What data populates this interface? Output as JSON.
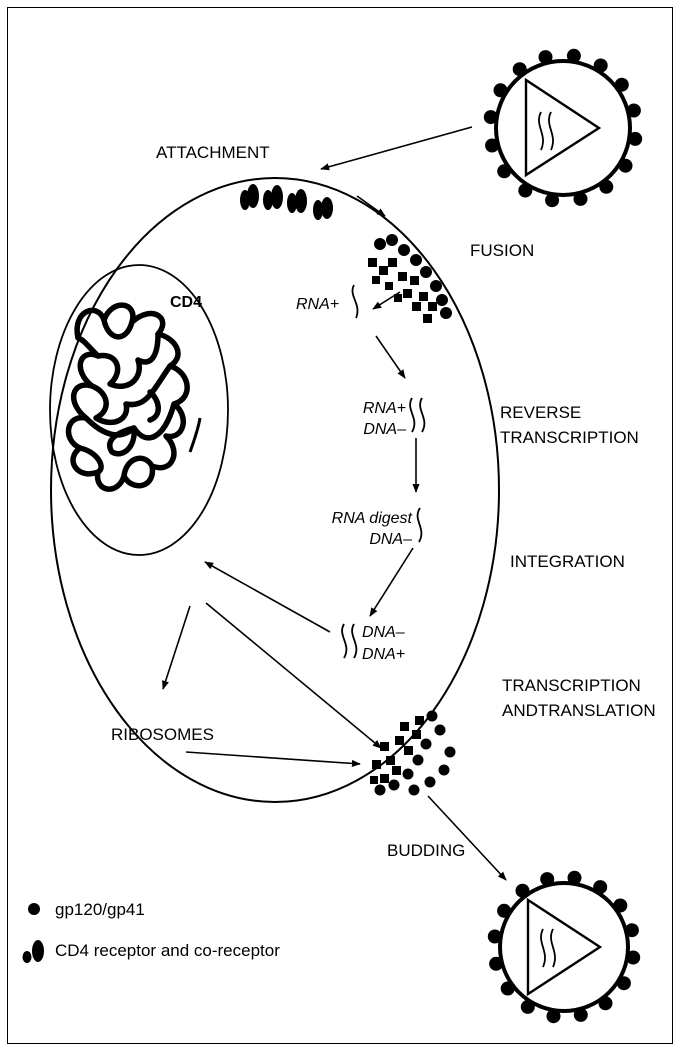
{
  "labels": {
    "attachment": "ATTACHMENT",
    "fusion": "FUSION",
    "cell": "CD4",
    "reverse_1": "REVERSE",
    "reverse_2": "TRANSCRIPTION",
    "integration": "INTEGRATION",
    "transcription_1": "TRANSCRIPTION",
    "transcription_2": "ANDTRANSLATION",
    "ribosomes": "RIBOSOMES",
    "budding": "BUDDING"
  },
  "molecules": {
    "rna_plus": "RNA+",
    "rna_plus_2": "RNA+",
    "dna_minus": "DNA–",
    "rna_digest": "RNA digest",
    "dna_minus_2": "DNA–",
    "dna_minus_3": "DNA–",
    "dna_plus": "DNA+"
  },
  "legend": {
    "gp": "gp120/gp41",
    "receptor": "CD4 receptor and co-receptor"
  }
}
